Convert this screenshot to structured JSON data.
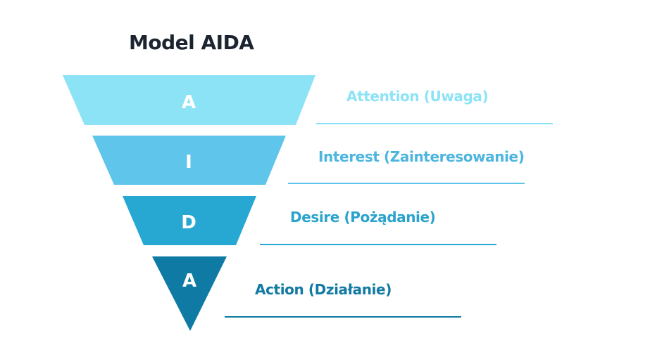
{
  "title": "Model AIDA",
  "stages": [
    {
      "letter": "A",
      "label": "Attention (Uwaga)",
      "color": "#8de3f6",
      "text_color": "#8de3f6"
    },
    {
      "letter": "I",
      "label": "Interest (Zainteresowanie)",
      "color": "#5fc5ea",
      "text_color": "#4cb5df"
    },
    {
      "letter": "D",
      "label": "Desire (Pożądanie)",
      "color": "#27a8d2",
      "text_color": "#2aa3cc"
    },
    {
      "letter": "A",
      "label": "Action (Działanie)",
      "color": "#0f7aa4",
      "text_color": "#127aa2"
    }
  ]
}
